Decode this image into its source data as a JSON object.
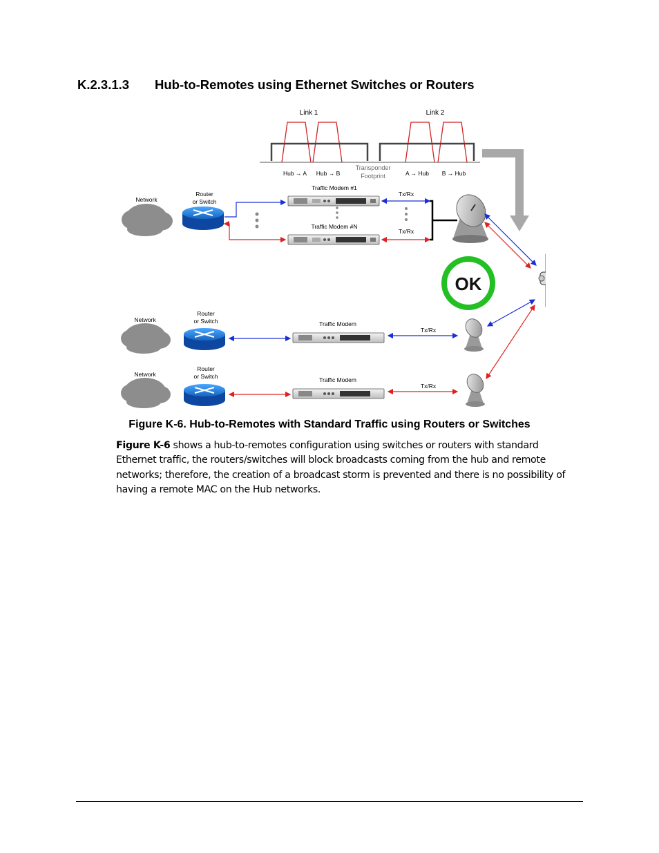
{
  "section": {
    "number": "K.2.3.1.3",
    "title": "Hub-to-Remotes using Ethernet Switches or Routers"
  },
  "figure": {
    "link1": "Link 1",
    "link2": "Link 2",
    "hub_a": "Hub → A",
    "hub_b": "Hub → B",
    "a_hub": "A → Hub",
    "b_hub": "B → Hub",
    "transponder_1": "Transponder",
    "transponder_2": "Footprint",
    "network": "Network",
    "router_1": "Router",
    "router_2": "or Switch",
    "traffic_modem_1": "Traffic Modem #1",
    "traffic_modem_n": "Traffic Modem #N",
    "traffic_modem": "Traffic Modem",
    "txrx": "Tx/Rx",
    "ok": "OK"
  },
  "caption": "Figure K-6. Hub-to-Remotes with Standard Traffic using Routers or Switches",
  "paragraph": {
    "ref": "Figure K-6",
    "line1": " shows a hub-to-remotes configuration using switches or routers with standard",
    "line2": "Ethernet traffic, the routers/switches will block broadcasts coming from the hub and remote",
    "line3": "networks; therefore, the creation of a broadcast storm is prevented and there is no possibility of",
    "line4": "having a remote MAC on the Hub networks."
  },
  "colors": {
    "blue_link": "#1a2fd6",
    "red_link": "#e02020",
    "ok_ring": "#22c022",
    "router": "#1e90ff"
  }
}
